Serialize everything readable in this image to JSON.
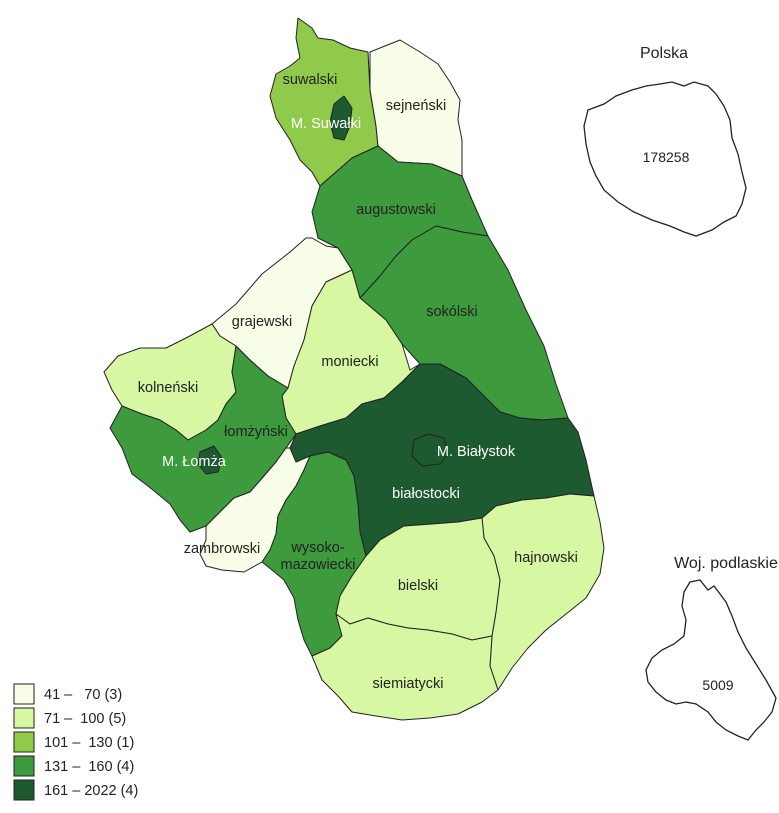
{
  "colors": {
    "c1": "#f7fde6",
    "c2": "#d7f7a2",
    "c3": "#8fca4a",
    "c4": "#3d9a3d",
    "c5": "#1d5a30",
    "stroke": "#222222"
  },
  "regions": [
    {
      "id": "suwalski",
      "name": "suwalski",
      "cls": "c3"
    },
    {
      "id": "m-suwalki",
      "name": "M. Suwałki",
      "cls": "c5"
    },
    {
      "id": "sejnenski",
      "name": "sejneński",
      "cls": "c1"
    },
    {
      "id": "augustowski",
      "name": "augustowski",
      "cls": "c4"
    },
    {
      "id": "grajewski",
      "name": "grajewski",
      "cls": "c1"
    },
    {
      "id": "sokolski",
      "name": "sokólski",
      "cls": "c4"
    },
    {
      "id": "moniecki",
      "name": "moniecki",
      "cls": "c2"
    },
    {
      "id": "kolnenski",
      "name": "kolneński",
      "cls": "c2"
    },
    {
      "id": "lomzynski",
      "name": "łomżyński",
      "cls": "c4"
    },
    {
      "id": "m-lomza",
      "name": "M. Łomża",
      "cls": "c5"
    },
    {
      "id": "bialostocki",
      "name": "białostocki",
      "cls": "c5"
    },
    {
      "id": "m-bialystok",
      "name": "M. Białystok",
      "cls": "c5"
    },
    {
      "id": "zambrowski",
      "name": "zambrowski",
      "cls": "c1"
    },
    {
      "id": "wysokomazowiecki",
      "name": "wysoko-\nmazowiecki",
      "cls": "c4"
    },
    {
      "id": "hajnowski",
      "name": "hajnowski",
      "cls": "c2"
    },
    {
      "id": "bielski",
      "name": "bielski",
      "cls": "c2"
    },
    {
      "id": "siemiatycki",
      "name": "siemiatycki",
      "cls": "c2"
    }
  ],
  "labels": {
    "suwalski": "suwalski",
    "m_suwalki": "M. Suwałki",
    "sejnenski": "sejneński",
    "augustowski": "augustowski",
    "grajewski": "grajewski",
    "sokolski": "sokólski",
    "moniecki": "moniecki",
    "kolnenski": "kolneński",
    "lomzynski": "łomżyński",
    "m_lomza": "M. Łomża",
    "m_bialystok": "M. Białystok",
    "bialostocki": "białostocki",
    "zambrowski": "zambrowski",
    "wysoko_line1": "wysoko-",
    "wysoko_line2": "mazowiecki",
    "hajnowski": "hajnowski",
    "bielski": "bielski",
    "siemiatycki": "siemiatycki"
  },
  "insets": {
    "polska": {
      "title": "Polska",
      "value": "178258"
    },
    "podlaskie": {
      "title": "Woj. podlaskie",
      "value": "5009"
    }
  },
  "legend": [
    {
      "from": "41",
      "to": "70",
      "count": "(3)",
      "color_key": "c1"
    },
    {
      "from": "71",
      "to": "100",
      "count": "(5)",
      "color_key": "c2"
    },
    {
      "from": "101",
      "to": "130",
      "count": "(1)",
      "color_key": "c3"
    },
    {
      "from": "131",
      "to": "160",
      "count": "(4)",
      "color_key": "c4"
    },
    {
      "from": "161",
      "to": "2022",
      "count": "(4)",
      "color_key": "c5"
    }
  ],
  "legend_text": {
    "row1": "41 –   70 (3)",
    "row2": "71 –  100 (5)",
    "row3": "101 –  130 (1)",
    "row4": "131 –  160 (4)",
    "row5": "161 – 2022 (4)"
  }
}
